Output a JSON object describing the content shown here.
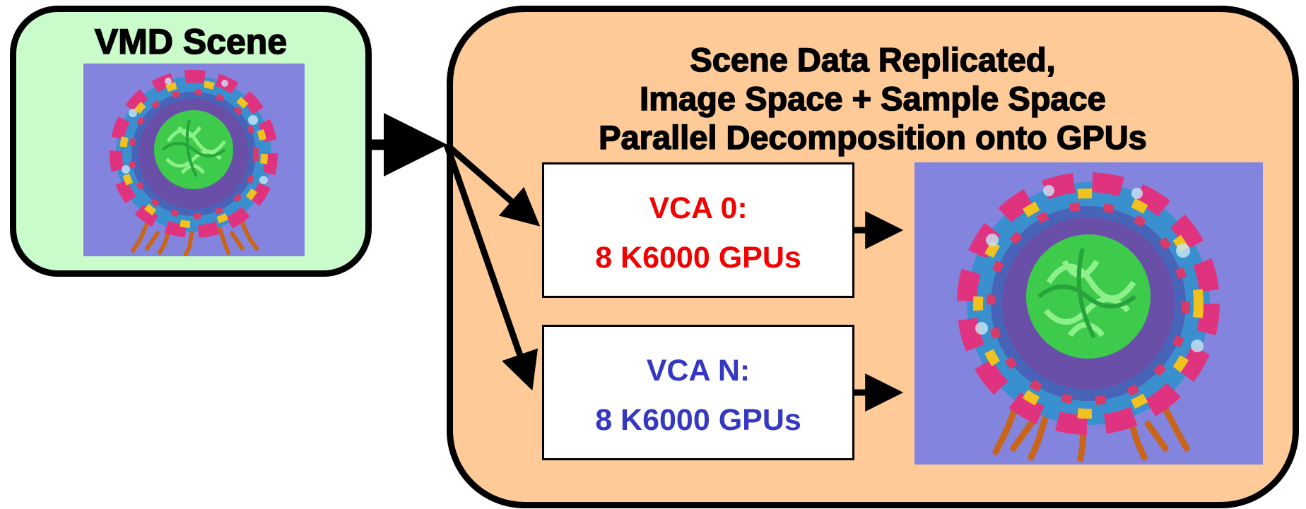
{
  "vmd_scene": {
    "title": "VMD Scene",
    "image_background": "#8384de",
    "box_background": "#c9fcca"
  },
  "main_panel": {
    "title_lines": [
      "Scene Data Replicated,",
      "Image Space + Sample Space",
      "Parallel Decomposition onto GPUs"
    ],
    "box_background": "#fdca98"
  },
  "vca_nodes": [
    {
      "label": "VCA 0:",
      "gpus": "8 K6000 GPUs",
      "color": "#f40000"
    },
    {
      "label": "VCA N:",
      "gpus": "8 K6000 GPUs",
      "color": "#3438c2"
    }
  ],
  "result_image": {
    "background": "#8384de"
  },
  "icons": {
    "molecule": "virus-capsid-render",
    "arrow": "arrow-right-icon"
  }
}
